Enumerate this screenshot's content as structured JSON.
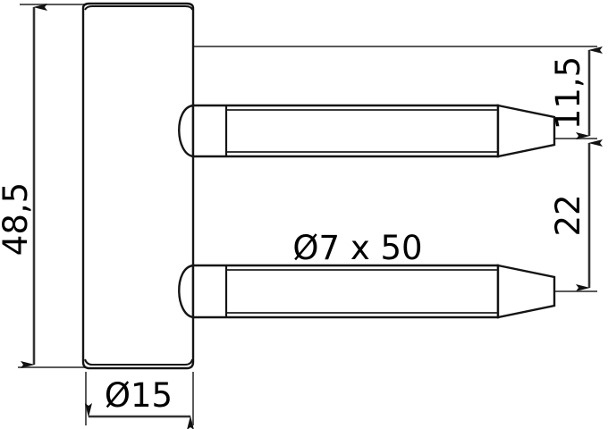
{
  "drawing": {
    "type": "technical-drawing",
    "title": "Hinge pin side elevation with dimensions",
    "units": "mm",
    "background_color": "#ffffff",
    "line_color": "#1a1a1a",
    "thin_line_color": "#555555",
    "text_color": "#000000"
  },
  "dimensions": {
    "overall_height": {
      "label": "48,5",
      "orientation": "vertical",
      "position": "left",
      "value": 48.5
    },
    "body_width": {
      "label": "Ø15",
      "orientation": "horizontal",
      "position": "bottom",
      "value": 15
    },
    "upper_gap": {
      "label": "11,5",
      "orientation": "vertical",
      "position": "right",
      "value": 11.5
    },
    "pin_spacing": {
      "label": "22",
      "orientation": "vertical",
      "position": "right",
      "value": 22
    }
  },
  "annotations": {
    "pin_spec": {
      "label": "Ø7 x 50",
      "diameter": 7,
      "length": 50
    }
  },
  "parts": {
    "body": {
      "name": "hinge-body"
    },
    "upper_pin": {
      "name": "upper-pin"
    },
    "lower_pin": {
      "name": "lower-pin"
    }
  }
}
